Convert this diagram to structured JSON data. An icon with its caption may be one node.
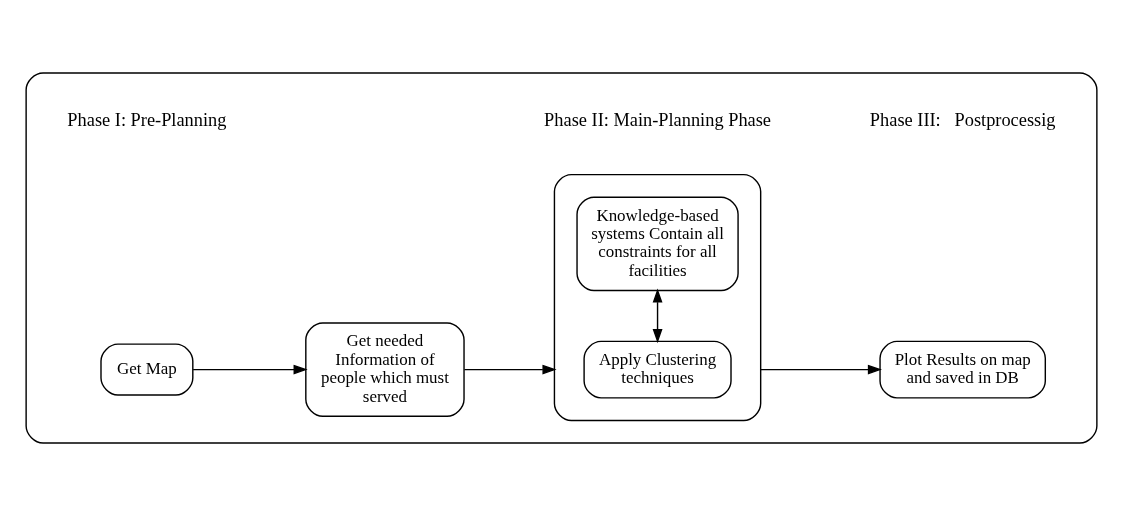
{
  "diagram": {
    "nodes": [
      {
        "text": [],
        "shape": "box"
      },
      {
        "text": [
          "Get Map"
        ],
        "in": 0
      },
      {
        "text": [
          "Get needed Information of people which must served"
        ],
        "in": 0
      },
      {
        "text": [],
        "shape": "box",
        "in": 0
      },
      {
        "text": [
          "Apply Clustering techniques"
        ],
        "in": 3
      },
      {
        "text": [
          "Knowledge-based systems Contain all constraints for all facilities"
        ],
        "in": 3
      },
      {
        "text": [
          "Plot Results on map and saved in DB"
        ],
        "in": 0
      }
    ],
    "edges": [
      {
        "from": 1,
        "to": 2,
        "arrow": "to"
      },
      {
        "from": 2,
        "to": 3,
        "arrow": "to"
      },
      {
        "from": 4,
        "to": 5,
        "arrow": "both"
      },
      {
        "from": 3,
        "to": 6,
        "arrow": "to"
      }
    ],
    "labels": [
      "Phase I: Pre-Planning",
      "Phase II: Main-Planning Phase",
      "Phase III:   Postprocessig"
    ]
  }
}
